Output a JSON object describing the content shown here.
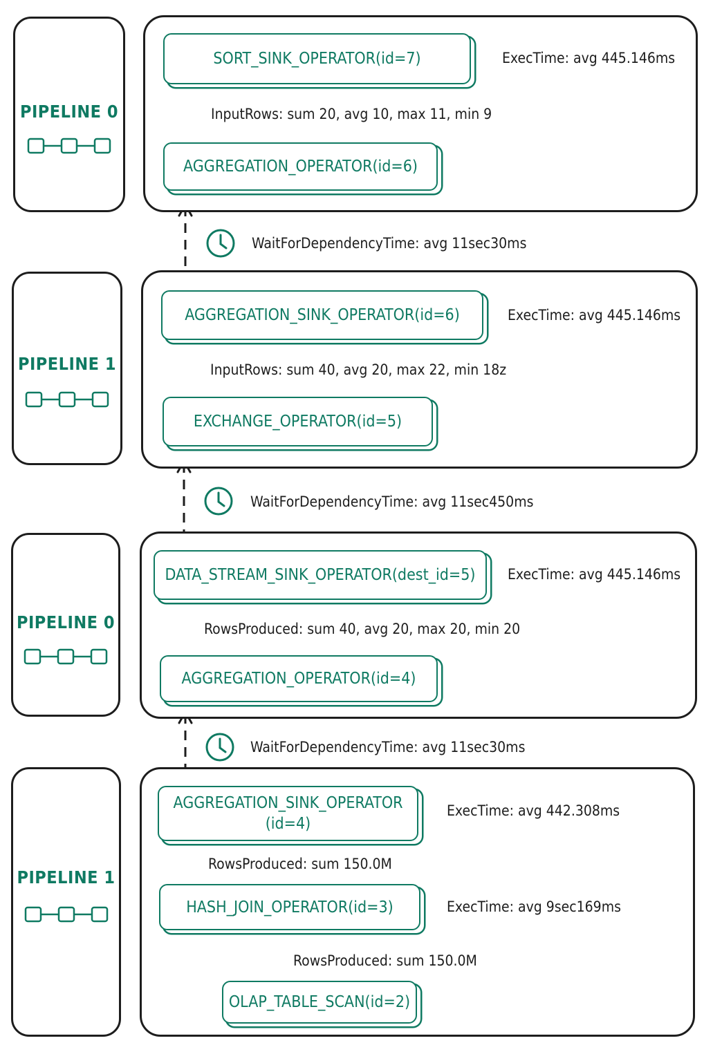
{
  "stages": [
    {
      "pipeline": "PIPELINE 0",
      "operators": [
        {
          "label": "SORT_SINK_OPERATOR(id=7)",
          "metric": "ExecTime: avg 445.146ms"
        },
        {
          "label": "AGGREGATION_OPERATOR(id=6)",
          "metric": ""
        }
      ],
      "edges": [
        "InputRows: sum 20, avg 10, max 11, min 9"
      ]
    },
    {
      "pipeline": "PIPELINE 1",
      "operators": [
        {
          "label": "AGGREGATION_SINK_OPERATOR(id=6)",
          "metric": "ExecTime: avg 445.146ms"
        },
        {
          "label": "EXCHANGE_OPERATOR(id=5)",
          "metric": ""
        }
      ],
      "edges": [
        "InputRows: sum 40, avg 20, max 22, min 18z"
      ]
    },
    {
      "pipeline": "PIPELINE 0",
      "operators": [
        {
          "label": "DATA_STREAM_SINK_OPERATOR(dest_id=5)",
          "metric": "ExecTime: avg 445.146ms"
        },
        {
          "label": "AGGREGATION_OPERATOR(id=4)",
          "metric": ""
        }
      ],
      "edges": [
        "RowsProduced: sum 40, avg 20, max 20, min 20"
      ]
    },
    {
      "pipeline": "PIPELINE 1",
      "operators": [
        {
          "label": "AGGREGATION_SINK_OPERATOR (id=4)",
          "metric": "ExecTime: avg 442.308ms"
        },
        {
          "label": "HASH_JOIN_OPERATOR(id=3)",
          "metric": "ExecTime: avg 9sec169ms"
        },
        {
          "label": "OLAP_TABLE_SCAN(id=2)",
          "metric": ""
        }
      ],
      "edges": [
        "RowsProduced: sum 150.0M",
        "RowsProduced: sum 150.0M"
      ]
    }
  ],
  "dependencies": [
    "WaitForDependencyTime: avg 11sec30ms",
    "WaitForDependencyTime: avg 11sec450ms",
    "WaitForDependencyTime: avg 11sec30ms"
  ],
  "colors": {
    "accent": "#0f7a62",
    "ink": "#1d1d1d"
  },
  "icons": {
    "pipeline": "chain-icon",
    "dependency": "clock-icon"
  }
}
